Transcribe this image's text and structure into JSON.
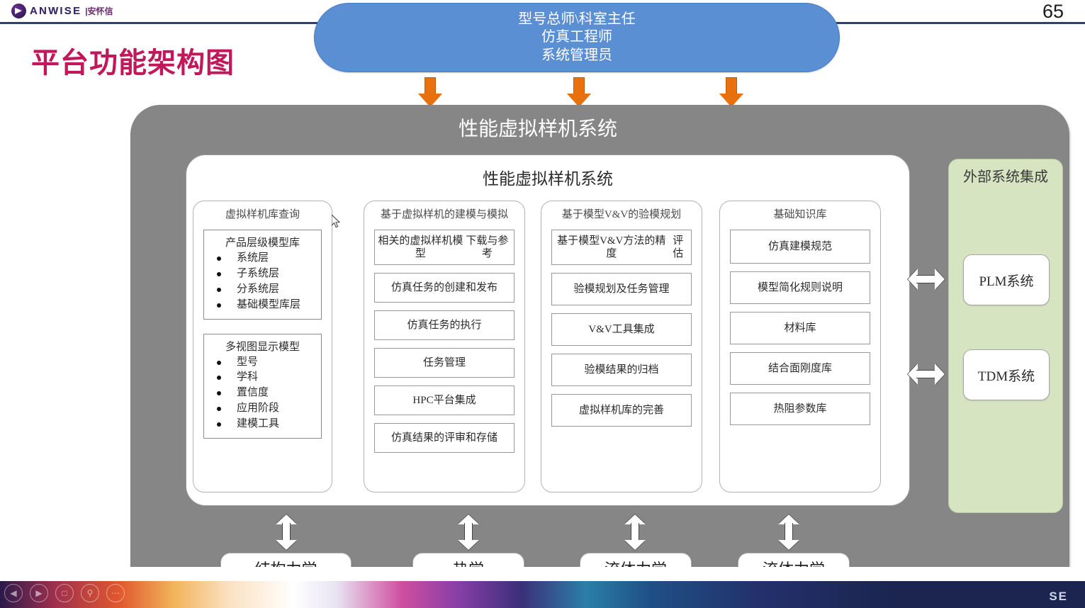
{
  "header": {
    "brand_en": "ANWISE",
    "brand_cn": "|安怀信",
    "page_number": "65",
    "rule_color": "#2f3f73"
  },
  "slide": {
    "title": "平台功能架构图",
    "title_color": "#c2185b"
  },
  "roles_banner": {
    "color": "#5b8fd4",
    "lines": [
      "型号总师\\科室主任",
      "仿真工程师",
      "系统管理员"
    ]
  },
  "arrows": {
    "down_arrow_color": "#e8700d",
    "down_arrow_count": 3,
    "double_arrow_color": "#ffffff"
  },
  "frame": {
    "color": "#868686",
    "title": "性能虚拟样机系统"
  },
  "inner_panel": {
    "title": "性能虚拟样机系统"
  },
  "columns": [
    {
      "title": "虚拟样机库查询",
      "list_boxes": [
        {
          "title": "产品层级模型库",
          "items": [
            "系统层",
            "子系统层",
            "分系统层",
            "基础模型库层"
          ]
        },
        {
          "title": "多视图显示模型",
          "items": [
            "型号",
            "学科",
            "置信度",
            "应用阶段",
            "建模工具"
          ]
        }
      ]
    },
    {
      "title": "基于虚拟样机的建模与模拟",
      "boxes": [
        "相关的虚拟样机模型\n下载与参考",
        "仿真任务的创建和发布",
        "仿真任务的执行",
        "任务管理",
        "HPC平台集成",
        "仿真结果的评审和存储"
      ]
    },
    {
      "title": "基于模型V&V的验模规划",
      "boxes": [
        "基于模型V&V方法的精度\n评估",
        "验模规划及任务管理",
        "V&V工具集成",
        "验模结果的归档",
        "虚拟样机库的完善"
      ]
    },
    {
      "title": "基础知识库",
      "boxes": [
        "仿真建模规范",
        "模型简化规则说明",
        "材料库",
        "结合面刚度库",
        "热阻参数库"
      ]
    }
  ],
  "external_panel": {
    "title": "外部系统集成",
    "color": "#d7e4c2",
    "systems": [
      "PLM系统",
      "TDM系统"
    ]
  },
  "disciplines": [
    "结构力学",
    "热学",
    "流体力学",
    "流体力学"
  ],
  "taskbar": {
    "icons": [
      "back-icon",
      "forward-icon",
      "home-icon",
      "search-icon",
      "more-icon"
    ],
    "right_label": "SE"
  }
}
